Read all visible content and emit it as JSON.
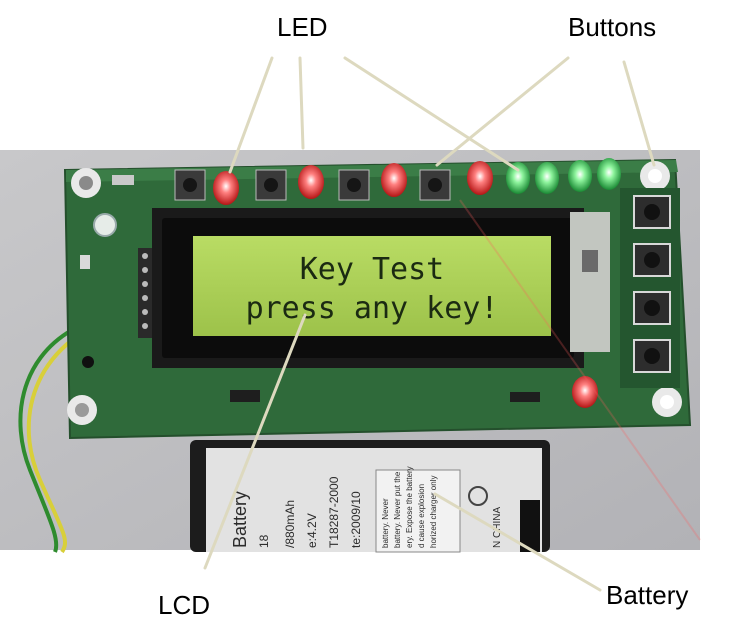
{
  "callouts": {
    "led": "LED",
    "buttons": "Buttons",
    "lcd": "LCD",
    "battery": "Battery"
  },
  "lcd": {
    "line1": "Key Test",
    "line2": "press any key!"
  },
  "battery_label": {
    "title": "Battery",
    "capacity": "/880mAh",
    "voltage": "e:4.2V",
    "standard": "T18287-2000",
    "date": "te:2009/10",
    "code": "18",
    "origin": "N CHINA",
    "warning_1": "battery. Never",
    "warning_2": "battery. Never put the",
    "warning_3": "ery. Expose the battery",
    "warning_4": "d cause explosion",
    "warning_5": "horized charger only"
  },
  "colors": {
    "pcb": "#2f6a3a",
    "lcd_screen": "#a9cf52",
    "led_red": "#ff3a3a",
    "led_green": "#3fe060",
    "callout_line": "#ddd9bf"
  }
}
